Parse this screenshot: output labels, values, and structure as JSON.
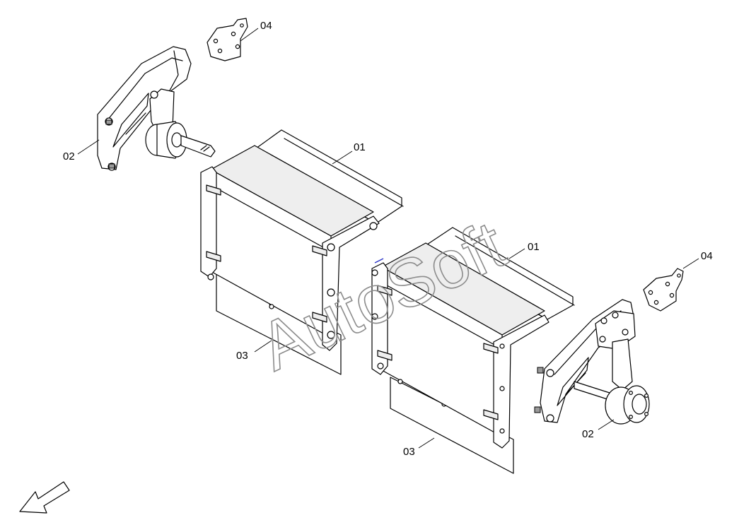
{
  "diagram": {
    "callouts": {
      "a01": "01",
      "b01": "01",
      "a02": "02",
      "b02": "02",
      "a03": "03",
      "b03": "03",
      "a04": "04",
      "b04": "04"
    },
    "watermark": "AutoSoft"
  }
}
